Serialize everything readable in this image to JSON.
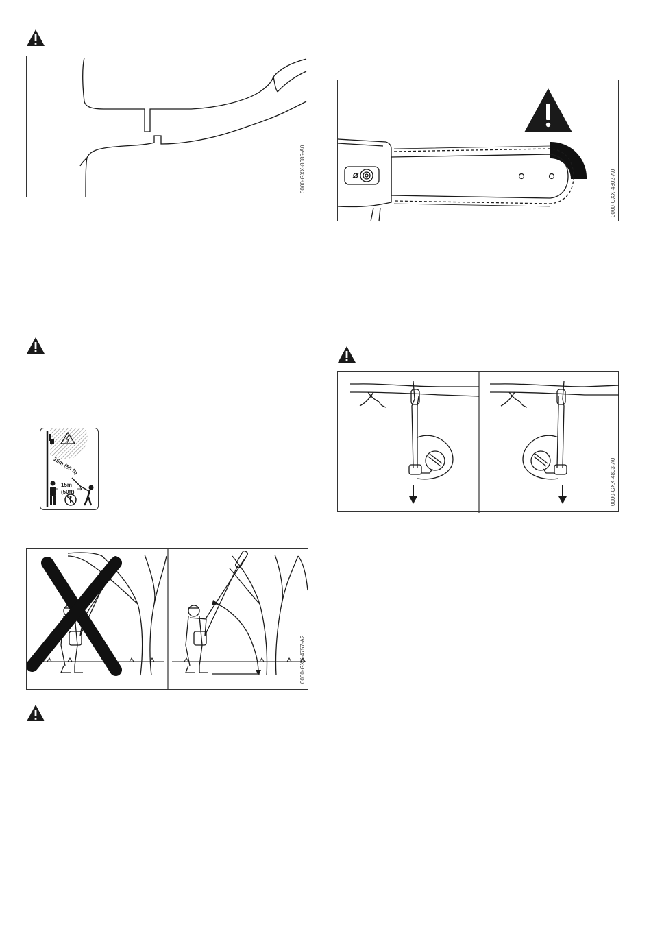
{
  "figures": {
    "notch_cut": {
      "code": "0000-GXX-8685-A0"
    },
    "kickback_zone": {
      "code": "0000-GXX-4802-A0"
    },
    "pull_cut": {
      "code": "0000-GXX-4803-A0"
    },
    "branch_angle": {
      "code": "0000-GXX-4757-A2"
    }
  },
  "distance_sign": {
    "distance_upper": "15m (50 ft)",
    "distance_lower_m": "15m",
    "distance_lower_ft": "(50ft)"
  },
  "icons": {
    "warning": "warning-triangle-icon",
    "person": "person-icon",
    "operator": "operator-icon",
    "no_person": "no-person-icon",
    "electric_hazard": "electric-hazard-icon"
  },
  "colors": {
    "ink": "#1a1a1a",
    "kickback": "#111111"
  }
}
